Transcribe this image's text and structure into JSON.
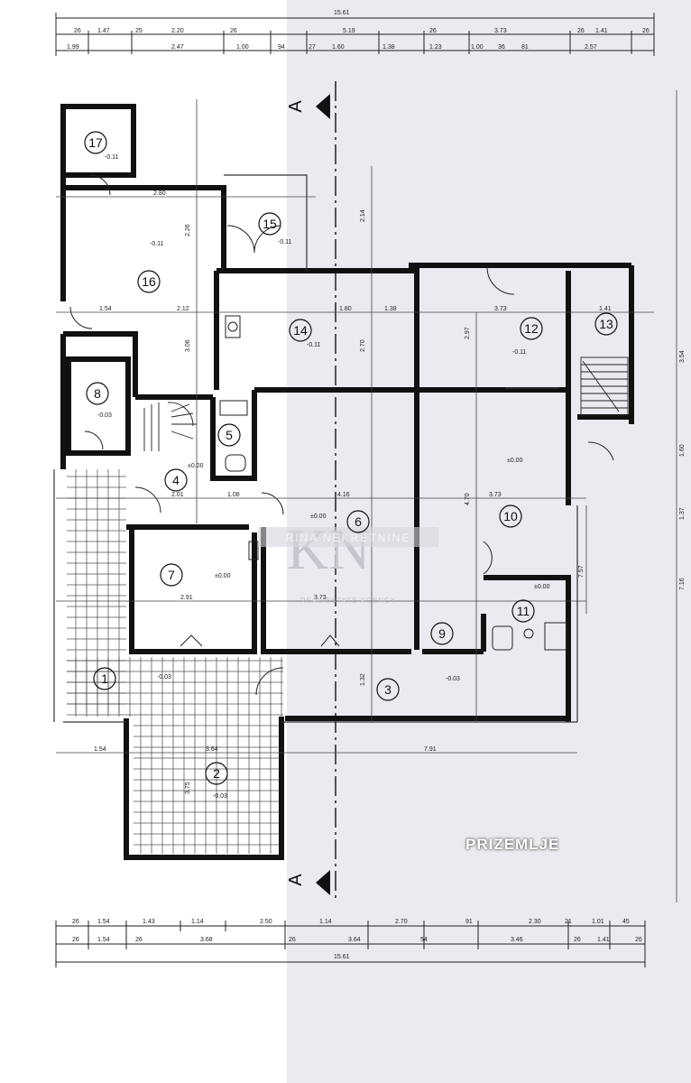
{
  "floor_label": "PRIZEMLJE",
  "section_marker": "A",
  "watermark": {
    "monogram": "KN",
    "name": "RINA NEKRETNINE",
    "tagline": "REAL ESTATE AGENCY"
  },
  "rooms": [
    {
      "number": "1",
      "level": "-0.03"
    },
    {
      "number": "2",
      "level": "-0.03"
    },
    {
      "number": "3",
      "level": "-0.03"
    },
    {
      "number": "4",
      "level": "±0.00"
    },
    {
      "number": "5",
      "level": ""
    },
    {
      "number": "6",
      "level": "±0.00"
    },
    {
      "number": "7",
      "level": "±0.00"
    },
    {
      "number": "8",
      "level": "-0.03"
    },
    {
      "number": "9",
      "level": ""
    },
    {
      "number": "10",
      "level": "±0.00"
    },
    {
      "number": "11",
      "level": "±0.00"
    },
    {
      "number": "12",
      "level": "-0.11"
    },
    {
      "number": "13",
      "level": ""
    },
    {
      "number": "14",
      "level": "-0.11"
    },
    {
      "number": "15",
      "level": "-0.11"
    },
    {
      "number": "16",
      "level": "-0.11"
    },
    {
      "number": "17",
      "level": "-0.11"
    }
  ],
  "dimensions": {
    "top_total": "15.61",
    "top_row1": [
      "26",
      "1.47",
      "25",
      "2.20",
      "26",
      "5.19",
      "26",
      "3.73",
      "26",
      "1.41",
      "26"
    ],
    "top_row2": [
      "1.99",
      "2.47",
      "1.00",
      "94",
      "27",
      "1.60",
      "1.38",
      "1.23",
      "1.00",
      "36",
      "81",
      "2.57"
    ],
    "bottom_row1": [
      "26",
      "1.54",
      "1.43",
      "1.14",
      "2.50",
      "1.14",
      "2.70",
      "91",
      "2.30",
      "21",
      "1.01",
      "45"
    ],
    "bottom_row2": [
      "26",
      "1.54",
      "26",
      "3.68",
      "26",
      "3.64",
      "54",
      "3.46",
      "26",
      "1.41",
      "26"
    ],
    "bottom_total": "15.61",
    "interior": [
      "2.80",
      "1.54",
      "2.12",
      "1.80",
      "1.38",
      "3.73",
      "1.41",
      "2.01",
      "1.08",
      "4.16",
      "3.73",
      "2.91",
      "3.73",
      "1.54",
      "3.64",
      "7.91",
      "2.26",
      "3.06",
      "2.70",
      "2.97",
      "4.70",
      "3.75",
      "1.32",
      "1.60",
      "1.37",
      "7.57",
      "7.16",
      "3.54",
      "2.14"
    ]
  }
}
